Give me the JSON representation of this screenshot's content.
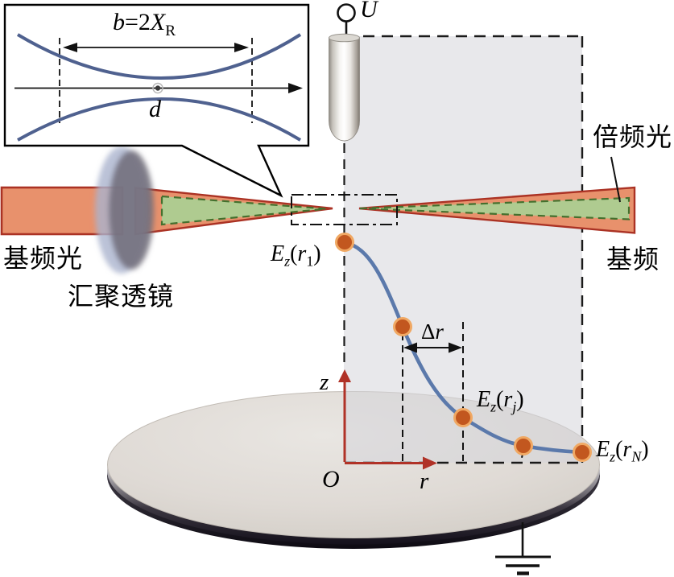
{
  "inset": {
    "b": "b",
    "eq": "=2",
    "X": "X",
    "Xsub": "R",
    "d": "d"
  },
  "electrode": {
    "voltage_label": "U"
  },
  "optics": {
    "fundamental_in": "基频光",
    "lens": "汇聚透镜",
    "second_harmonic": "倍频光",
    "fundamental_out": "基频"
  },
  "axes": {
    "z": "z",
    "r": "r",
    "origin": "O"
  },
  "samples": {
    "delta": {
      "sym": "Δ",
      "r": "r"
    },
    "e1": {
      "E": "E",
      "Esub": "z",
      "open": "(",
      "r": "r",
      "rsub": "1",
      "close": ")"
    },
    "ej": {
      "E": "E",
      "Esub": "z",
      "open": "(",
      "r": "r",
      "rsub": "j",
      "close": ")"
    },
    "en": {
      "E": "E",
      "Esub": "z",
      "open": "(",
      "r": "r",
      "rsub": "N",
      "close": ")"
    }
  },
  "colors": {
    "beam_fill": "#e8916c",
    "beam_stroke": "#ab3224",
    "shg_fill": "#afcb90",
    "shg_stroke": "#44702e",
    "field_curve": "#5b79ab",
    "inset_curve": "#4f618f",
    "axis_red": "#b03227",
    "dot_fill": "#c2571f",
    "dot_ring": "#f0a863",
    "region_fill": "rgba(214,213,219,0.55)"
  }
}
